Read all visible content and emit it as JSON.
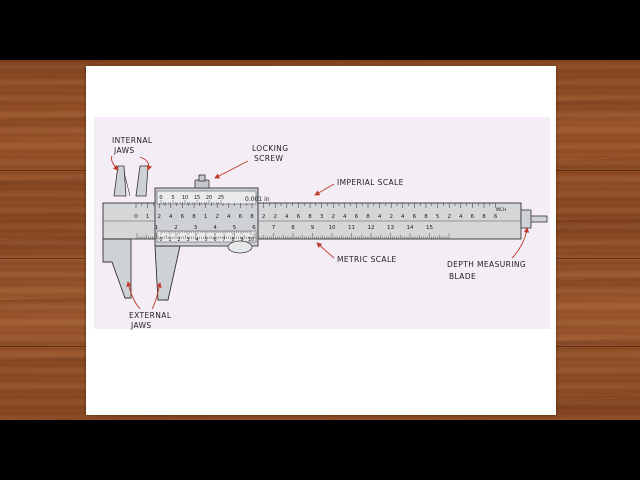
{
  "labels": {
    "internal_jaws_line1": "INTERNAL",
    "internal_jaws_line2": "JAWS",
    "locking_screw_line1": "LOCKING",
    "locking_screw_line2": "SCREW",
    "imperial_scale": "IMPERIAL SCALE",
    "metric_scale": "METRIC SCALE",
    "depth_blade_line1": "DEPTH MEASURING",
    "depth_blade_line2": "BLADE",
    "external_jaws_line1": "EXTERNAL",
    "external_jaws_line2": "JAWS"
  },
  "scales": {
    "imperial_top": [
      "0",
      "1",
      "2",
      "4",
      "6",
      "8",
      "1",
      "2",
      "4",
      "6",
      "8",
      "2",
      "2",
      "4",
      "6",
      "8",
      "3",
      "2",
      "4",
      "6",
      "8",
      "4",
      "2",
      "4",
      "6",
      "8",
      "5",
      "2",
      "4",
      "6",
      "8",
      "6"
    ],
    "metric_bottom": [
      "1",
      "2",
      "3",
      "4",
      "5",
      "6",
      "7",
      "8",
      "9",
      "10",
      "11",
      "12",
      "13",
      "14",
      "15"
    ],
    "vernier_top": [
      "0",
      "5",
      "10",
      "15",
      "20",
      "25"
    ],
    "vernier_unit": "0.001 in",
    "vernier_bottom": [
      "0",
      "1",
      "2",
      "3",
      "4",
      "5",
      "6",
      "7",
      "8",
      "9",
      "10"
    ],
    "inch_mark": "INCH"
  },
  "colors": {
    "wood": "#9a5428",
    "paper": "#ffffff",
    "panel": "#f5edf6",
    "metal": "#d4d6d8",
    "arrow": "#c0392b",
    "ink": "#222222"
  }
}
